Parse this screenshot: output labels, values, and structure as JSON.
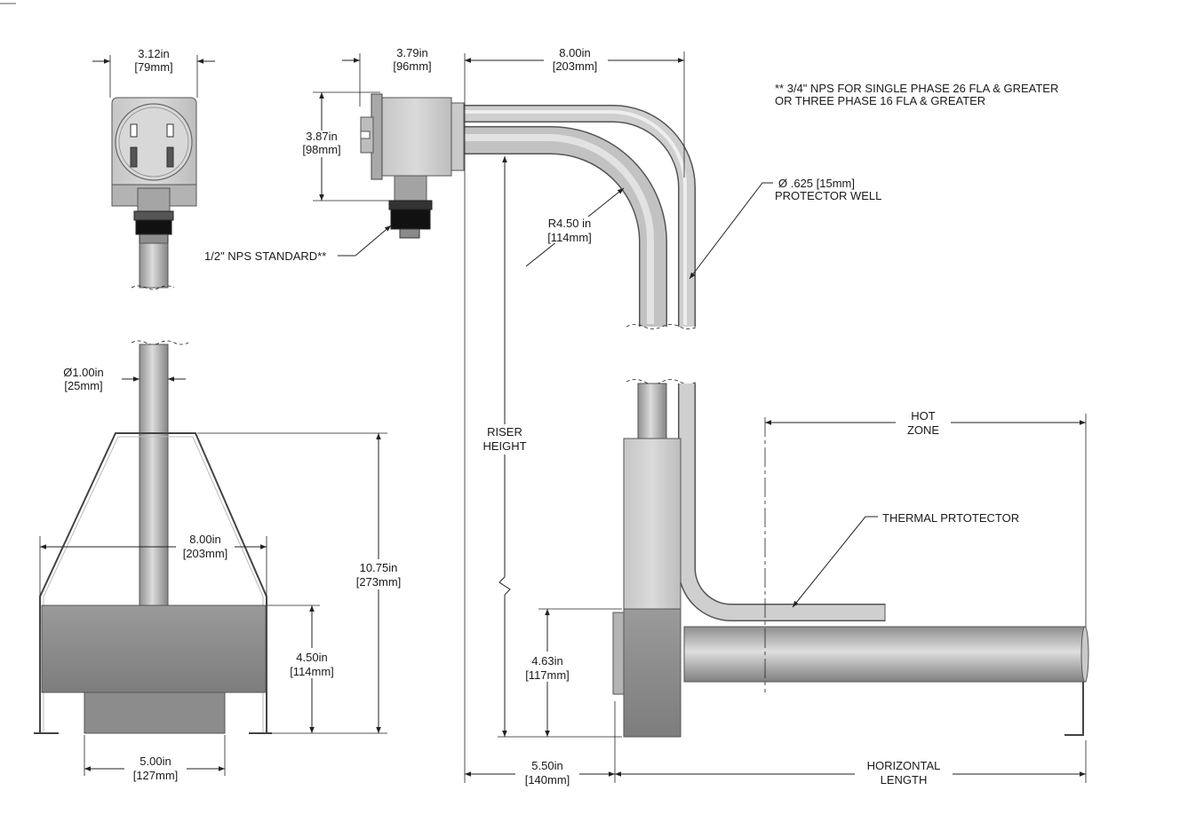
{
  "notes": {
    "conduit_line1": "** 3/4\" NPS FOR SINGLE PHASE 26 FLA & GREATER",
    "conduit_line2": "OR THREE PHASE 16 FLA  & GREATER",
    "nps_standard": "1/2\" NPS STANDARD**",
    "protector_well_line1": "Ø .625 [15mm]",
    "protector_well_line2": "PROTECTOR WELL",
    "thermal_protector": "THERMAL PRTOTECTOR",
    "hot_zone_line1": "HOT",
    "hot_zone_line2": "ZONE",
    "riser_line1": "RISER",
    "riser_line2": "HEIGHT",
    "horizontal_line1": "HORIZONTAL",
    "horizontal_line2": "LENGTH"
  },
  "dimensions": {
    "box_width": {
      "in": "3.12in",
      "mm": "[79mm]"
    },
    "head_depth": {
      "in": "3.79in",
      "mm": "[96mm]"
    },
    "bend_reach": {
      "in": "8.00in",
      "mm": "[203mm]"
    },
    "head_height": {
      "in": "3.87in",
      "mm": "[98mm]"
    },
    "bend_radius": {
      "in": "R4.50 in",
      "mm": "[114mm]"
    },
    "sheath_diameter": {
      "in": "Ø1.00in",
      "mm": "[25mm]"
    },
    "guard_width": {
      "in": "8.00in",
      "mm": "[203mm]"
    },
    "overall_height": {
      "in": "10.75in",
      "mm": "[273mm]"
    },
    "block_height": {
      "in": "4.50in",
      "mm": "[114mm]"
    },
    "base_width": {
      "in": "5.00in",
      "mm": "[127mm]"
    },
    "element_height": {
      "in": "4.63in",
      "mm": "[117mm]"
    },
    "offset": {
      "in": "5.50in",
      "mm": "[140mm]"
    }
  },
  "colors": {
    "metal_light": "#d2d2d2",
    "metal_mid": "#a9a9a9",
    "metal_dark": "#7a7a7a",
    "block_gray": "#8c8c8c",
    "line": "#222222"
  }
}
